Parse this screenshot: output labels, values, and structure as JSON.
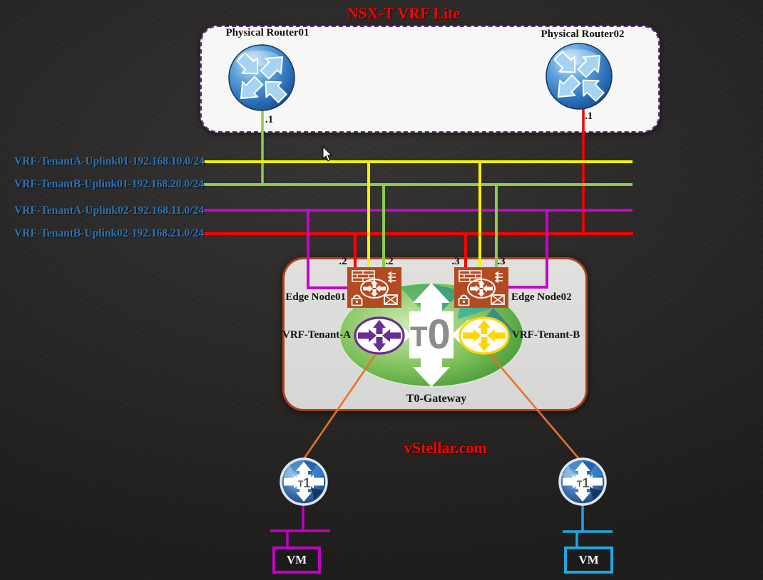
{
  "title": "NSX-T VRF Lite",
  "watermark": "vStellar.com",
  "physical_router_box": {
    "router01": {
      "name": "Physical Router01",
      "interface": ".1"
    },
    "router02": {
      "name": "Physical Router02",
      "interface": ".1"
    }
  },
  "uplinks": [
    {
      "label": "VRF-TenantA-Uplink01-192.168.10.0/24",
      "color": "#f7f200"
    },
    {
      "label": "VRF-TenantB-Uplink01-192.168.20.0/24",
      "color": "#8ecb4d"
    },
    {
      "label": "VRF-TenantA-Uplink02-192.168.11.0/24",
      "color": "#c705c7"
    },
    {
      "label": "VRF-TenantB-Uplink02-192.168.21.0/24",
      "color": "#fb0200"
    }
  ],
  "t0_gateway": {
    "label": "T0-Gateway",
    "logo": {
      "t": "T",
      "num": "0"
    },
    "edge_node01": {
      "label": "Edge Node01",
      "ip_left": ".2",
      "ip_right": ".2"
    },
    "edge_node02": {
      "label": "Edge Node02",
      "ip_left": ".3",
      "ip_right": ".3"
    },
    "vrf_tenant_a": {
      "label": "VRF-Tenant-A",
      "color": "#6a2d91"
    },
    "vrf_tenant_b": {
      "label": "VRF-Tenant-B",
      "color": "#ffd700"
    }
  },
  "t1_logo": {
    "t": "T",
    "num": "1"
  },
  "vms": {
    "tenant_a": {
      "label": "VM",
      "color": "#c103c1"
    },
    "tenant_b": {
      "label": "VM",
      "color": "#1ea7e4"
    }
  },
  "colors": {
    "background": "#2a2928",
    "title_red": "#fb0200",
    "uplink_label_blue": "#2e74b5",
    "top_box_border": "#6a2d91",
    "t0_box_border": "#a8431c",
    "edge_node_fill": "#b24b22",
    "orange_link": "#e8722b"
  }
}
